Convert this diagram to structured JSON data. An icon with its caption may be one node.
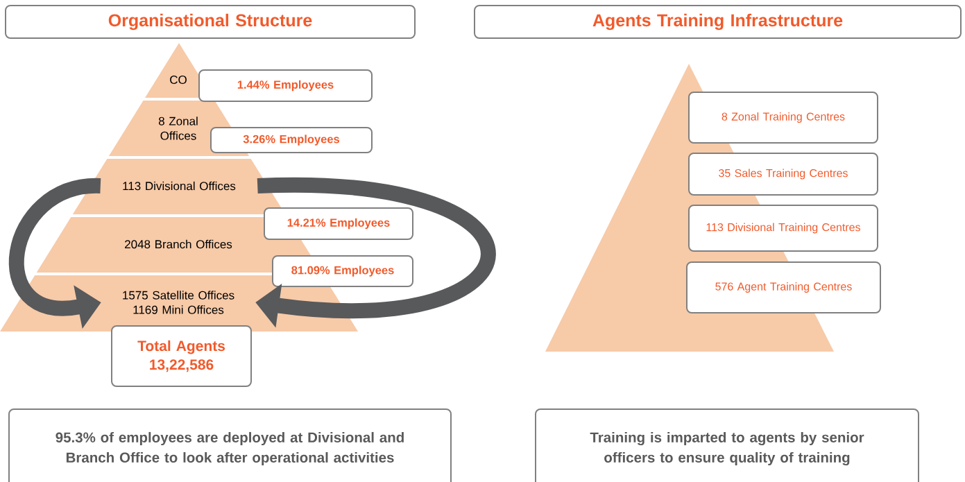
{
  "diagram": {
    "nodes": [
      {
        "text": [
          "Organisational Structure"
        ]
      },
      {
        "text": [
          "Agents Training Infrastructure"
        ]
      },
      {
        "text": [
          "CO"
        ]
      },
      {
        "text": [
          "8 Zonal Offices"
        ]
      },
      {
        "text": [
          "113 Divisional Offices"
        ]
      },
      {
        "text": [
          "2048 Branch Offices"
        ]
      },
      {
        "text": [
          "1575 Satellite Offices",
          "1169 Mini Offices"
        ]
      },
      {
        "text": [
          "1.44% Employees"
        ]
      },
      {
        "text": [
          "3.26% Employees"
        ]
      },
      {
        "text": [
          "14.21% Employees"
        ]
      },
      {
        "text": [
          "81.09% Employees"
        ]
      },
      {
        "text": [
          "Total Agents",
          "13,22,586"
        ]
      },
      {
        "text": [],
        "shape": "triangle"
      },
      {
        "text": [
          "8 Zonal Training Centres"
        ]
      },
      {
        "text": [
          "35  Sales Training Centres"
        ]
      },
      {
        "text": [
          "113 Divisional Training Centres"
        ]
      },
      {
        "text": [
          "576 Agent Training Centres"
        ]
      },
      {
        "text": [
          "95.3% of employees are deployed at Divisional and Branch Office to look after operational activities"
        ]
      },
      {
        "text": [
          "Training is imparted to agents by senior officers to ensure quality of training"
        ]
      }
    ],
    "edges": [
      {
        "from": 4,
        "to": 6,
        "arrow": "to"
      },
      {
        "from": 4,
        "to": 6,
        "arrow": "to"
      }
    ]
  }
}
